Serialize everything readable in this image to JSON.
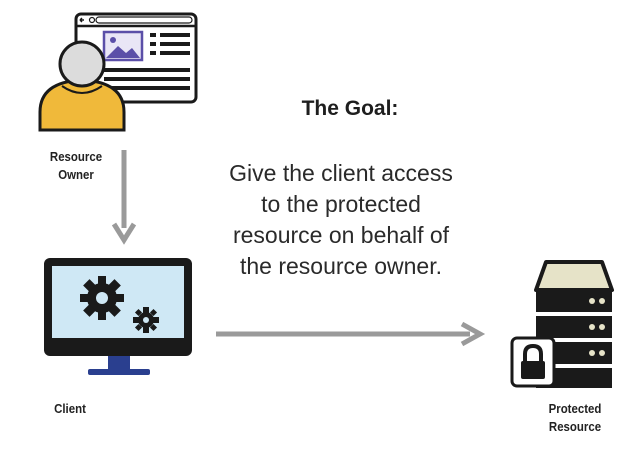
{
  "diagram": {
    "goal_title": "The Goal:",
    "goal_lines": [
      "Give the client access",
      "to the protected",
      "resource on behalf of",
      "the resource owner."
    ],
    "nodes": {
      "resource_owner": {
        "label_lines": [
          "Resource",
          "Owner"
        ],
        "icon": "user-with-browser-icon"
      },
      "client": {
        "label_lines": [
          "Client"
        ],
        "icon": "monitor-with-gears-icon"
      },
      "protected_resource": {
        "label_lines": [
          "Protected",
          "Resource"
        ],
        "icon": "server-with-lock-icon"
      }
    },
    "edges": [
      {
        "from": "resource_owner",
        "to": "client",
        "direction": "down"
      },
      {
        "from": "client",
        "to": "protected_resource",
        "direction": "right"
      }
    ],
    "colors": {
      "owner_body": "#f0b93a",
      "owner_head": "#d9d9d9",
      "browser_accent": "#5b4fa8",
      "screen": "#cfe8f5",
      "monitor_stand": "#2a3f8f",
      "server_face": "#e6e3c8",
      "arrow": "#9a9a9a",
      "outline": "#1a1a1a"
    }
  }
}
